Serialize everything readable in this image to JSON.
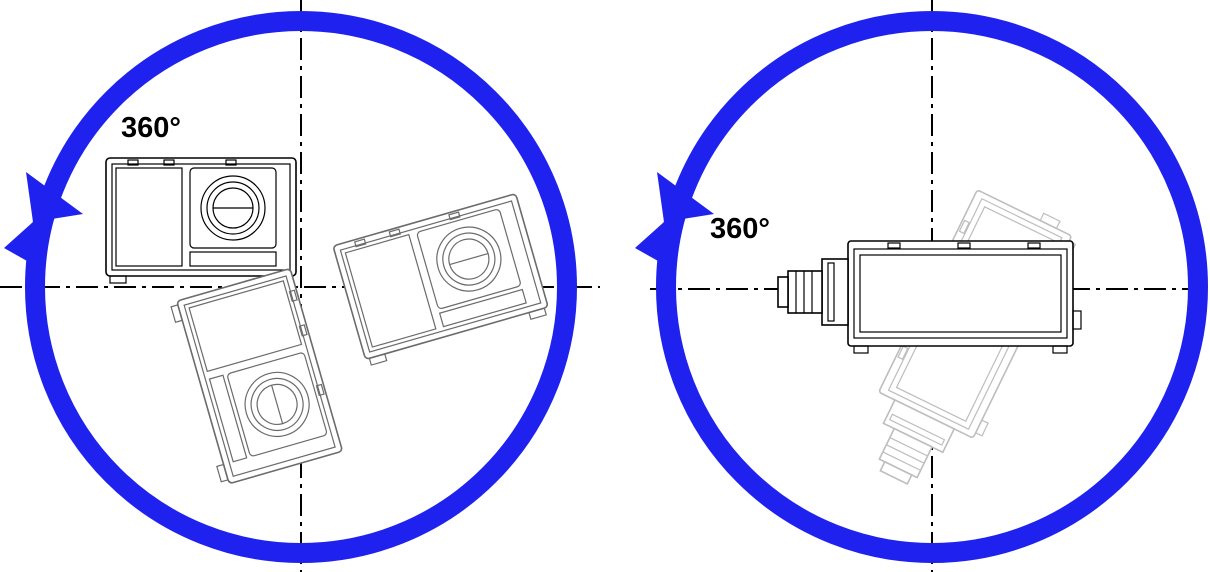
{
  "colors": {
    "ring": "#1f22ee",
    "axis": "#000000",
    "projector_dark": "#000000",
    "projector_mid": "#6b6b6b",
    "projector_faint": "#bdbdbd"
  },
  "icons": [
    "rotation-arrow-icon",
    "projector-icon"
  ],
  "left_diagram": {
    "angle_label": "360°",
    "rotation": "counterclockwise",
    "projector_positions": 3
  },
  "right_diagram": {
    "angle_label": "360°",
    "rotation": "counterclockwise",
    "projector_positions": 2
  }
}
